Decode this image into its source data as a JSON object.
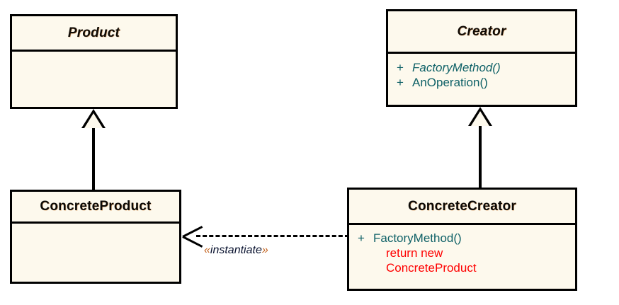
{
  "diagram": {
    "type": "uml-class-diagram",
    "pattern_name": "Factory Method",
    "background_color": "#ffffff",
    "class_fill_color": "#fdf9ed",
    "class_border_color": "#000000",
    "member_text_color": "#0f6167",
    "note_text_color": "#fe0000",
    "stereotype_guillemet_color": "#c2601a"
  },
  "classes": {
    "product": {
      "name": "Product",
      "stereotype_abstract": true,
      "members": []
    },
    "creator": {
      "name": "Creator",
      "stereotype_abstract": true,
      "members": [
        {
          "visibility": "+",
          "signature": "FactoryMethod()",
          "abstract": true
        },
        {
          "visibility": "+",
          "signature": "AnOperation()",
          "abstract": false
        }
      ]
    },
    "concrete_product": {
      "name": "ConcreteProduct",
      "stereotype_abstract": false,
      "members": []
    },
    "concrete_creator": {
      "name": "ConcreteCreator",
      "stereotype_abstract": false,
      "members": [
        {
          "visibility": "+",
          "signature": "FactoryMethod()",
          "abstract": false
        }
      ],
      "notes": [
        "return new",
        "ConcreteProduct"
      ]
    }
  },
  "relationships": {
    "product_generalization": {
      "kind": "generalization",
      "from": "ConcreteProduct",
      "to": "Product"
    },
    "creator_generalization": {
      "kind": "generalization",
      "from": "ConcreteCreator",
      "to": "Creator"
    },
    "instantiate_dependency": {
      "kind": "dependency",
      "from": "ConcreteCreator",
      "to": "ConcreteProduct",
      "label": "«instantiate»",
      "label_open": "«",
      "label_text": "instantiate",
      "label_close": "»"
    }
  }
}
